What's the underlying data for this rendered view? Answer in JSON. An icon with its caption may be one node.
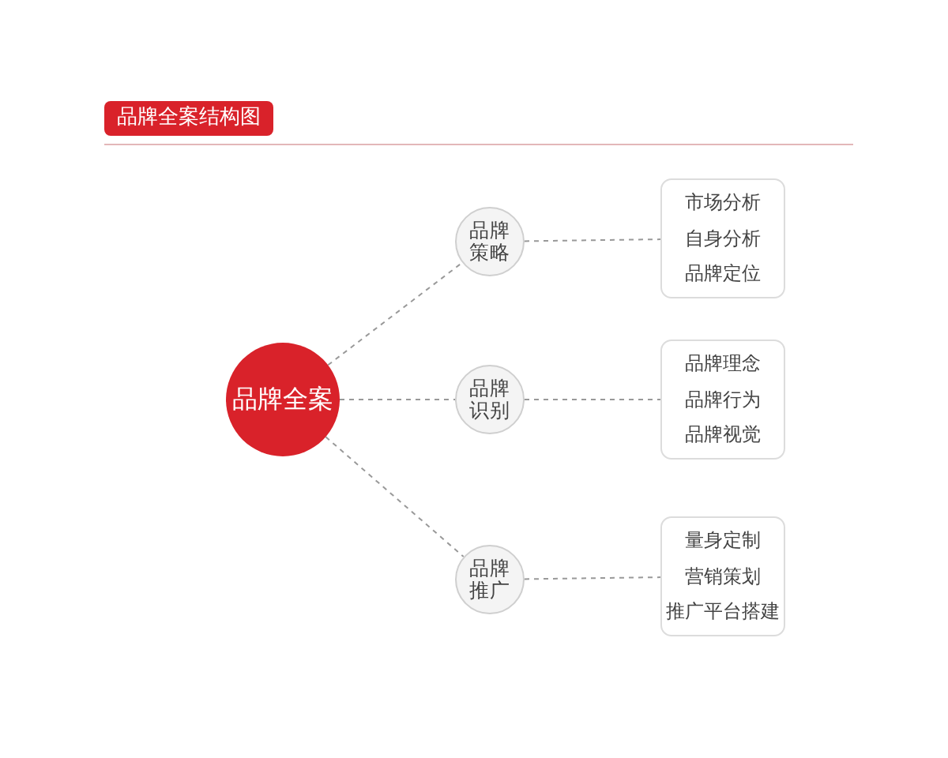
{
  "diagram": {
    "title": "品牌全案结构图",
    "nodes": [
      {
        "text": [
          "品牌全案"
        ]
      },
      {
        "text": [
          "品牌策略"
        ]
      },
      {
        "text": [
          "品牌识别"
        ]
      },
      {
        "text": [
          "品牌推广"
        ]
      },
      {
        "text": [
          "市场分析",
          "自身分析",
          "品牌定位"
        ]
      },
      {
        "text": [
          "品牌理念",
          "品牌行为",
          "品牌视觉"
        ]
      },
      {
        "text": [
          "量身定制",
          "营销策划",
          "推广平台搭建"
        ]
      }
    ],
    "edges": [
      {
        "from": 0,
        "to": 1,
        "arrow": "none"
      },
      {
        "from": 0,
        "to": 2,
        "arrow": "none"
      },
      {
        "from": 0,
        "to": 3,
        "arrow": "none"
      },
      {
        "from": 1,
        "to": 4,
        "arrow": "none"
      },
      {
        "from": 2,
        "to": 5,
        "arrow": "none"
      },
      {
        "from": 3,
        "to": 6,
        "arrow": "none"
      }
    ]
  }
}
